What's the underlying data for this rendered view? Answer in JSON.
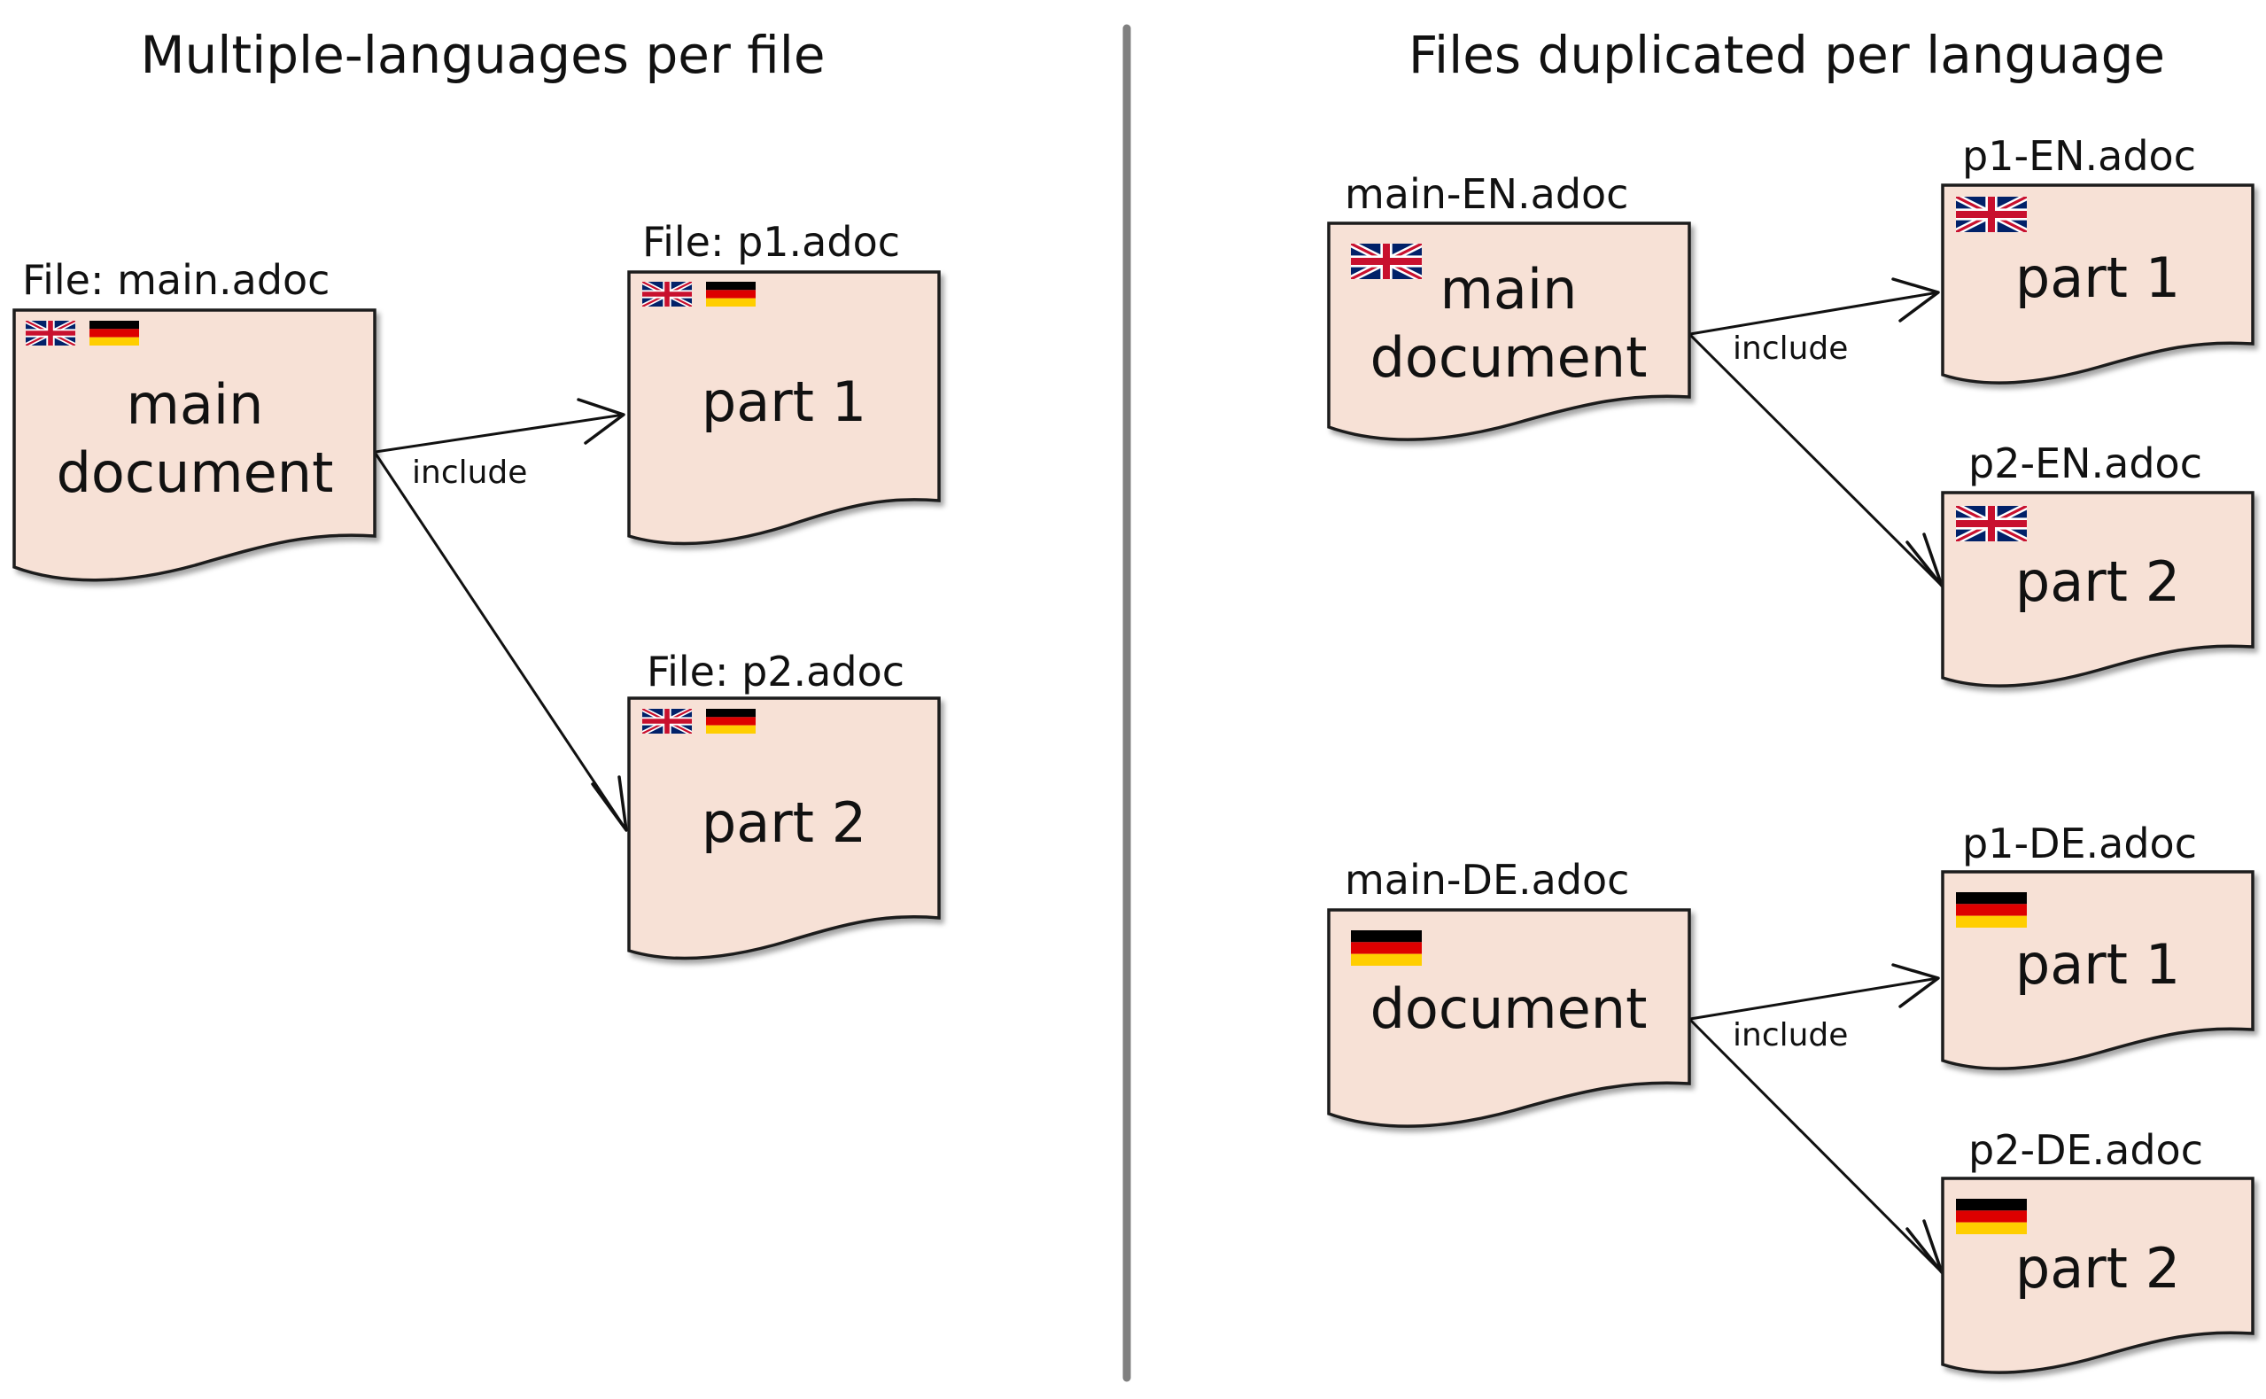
{
  "sections": {
    "left_title": "Multiple-languages per file",
    "right_title": "Files duplicated per language"
  },
  "left": {
    "main": {
      "file_label": "File: main.adoc",
      "line1": "main",
      "line2": "document",
      "flags": [
        "uk-flag-icon",
        "german-flag-icon"
      ]
    },
    "p1": {
      "file_label": "File: p1.adoc",
      "line1": "part 1",
      "flags": [
        "uk-flag-icon",
        "german-flag-icon"
      ]
    },
    "p2": {
      "file_label": "File: p2.adoc",
      "line1": "part 2",
      "flags": [
        "uk-flag-icon",
        "german-flag-icon"
      ]
    },
    "include_label": "include"
  },
  "right": {
    "en": {
      "main": {
        "file_label": "main-EN.adoc",
        "line1": "main",
        "line2": "document",
        "flag": "uk-flag-icon"
      },
      "p1": {
        "file_label": "p1-EN.adoc",
        "line1": "part 1",
        "flag": "uk-flag-icon"
      },
      "p2": {
        "file_label": "p2-EN.adoc",
        "line1": "part 2",
        "flag": "uk-flag-icon"
      },
      "include_label": "include"
    },
    "de": {
      "main": {
        "file_label": "main-DE.adoc",
        "line1": "document",
        "flag": "german-flag-icon"
      },
      "p1": {
        "file_label": "p1-DE.adoc",
        "line1": "part 1",
        "flag": "german-flag-icon"
      },
      "p2": {
        "file_label": "p2-DE.adoc",
        "line1": "part 2",
        "flag": "german-flag-icon"
      },
      "include_label": "include"
    }
  },
  "colors": {
    "document_fill": "#f7e1d6",
    "divider": "#808080",
    "uk_blue": "#012169",
    "uk_red": "#c8102e",
    "de_black": "#000000",
    "de_red": "#dd0000",
    "de_gold": "#ffce00"
  }
}
